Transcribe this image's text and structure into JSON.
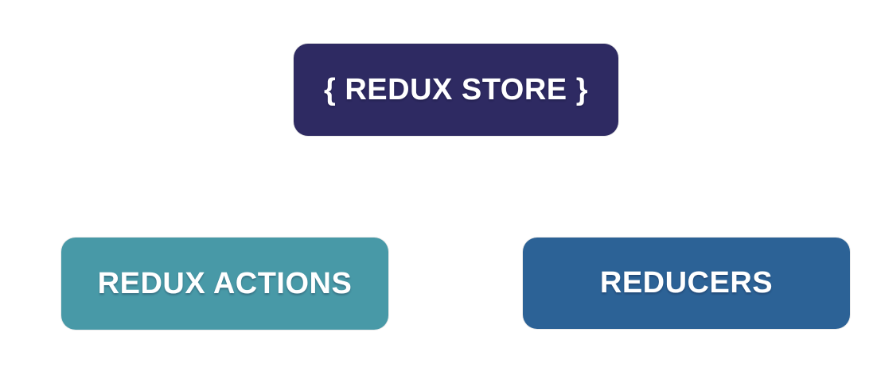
{
  "diagram": {
    "background_color": "#ffffff",
    "text_color": "#ffffff",
    "nodes": {
      "store": {
        "label": "{ REDUX STORE }",
        "color": "#2e2a62"
      },
      "actions": {
        "label": "REDUX ACTIONS",
        "color": "#4899a7"
      },
      "reducers": {
        "label": "REDUCERS",
        "color": "#2c6296"
      }
    }
  }
}
